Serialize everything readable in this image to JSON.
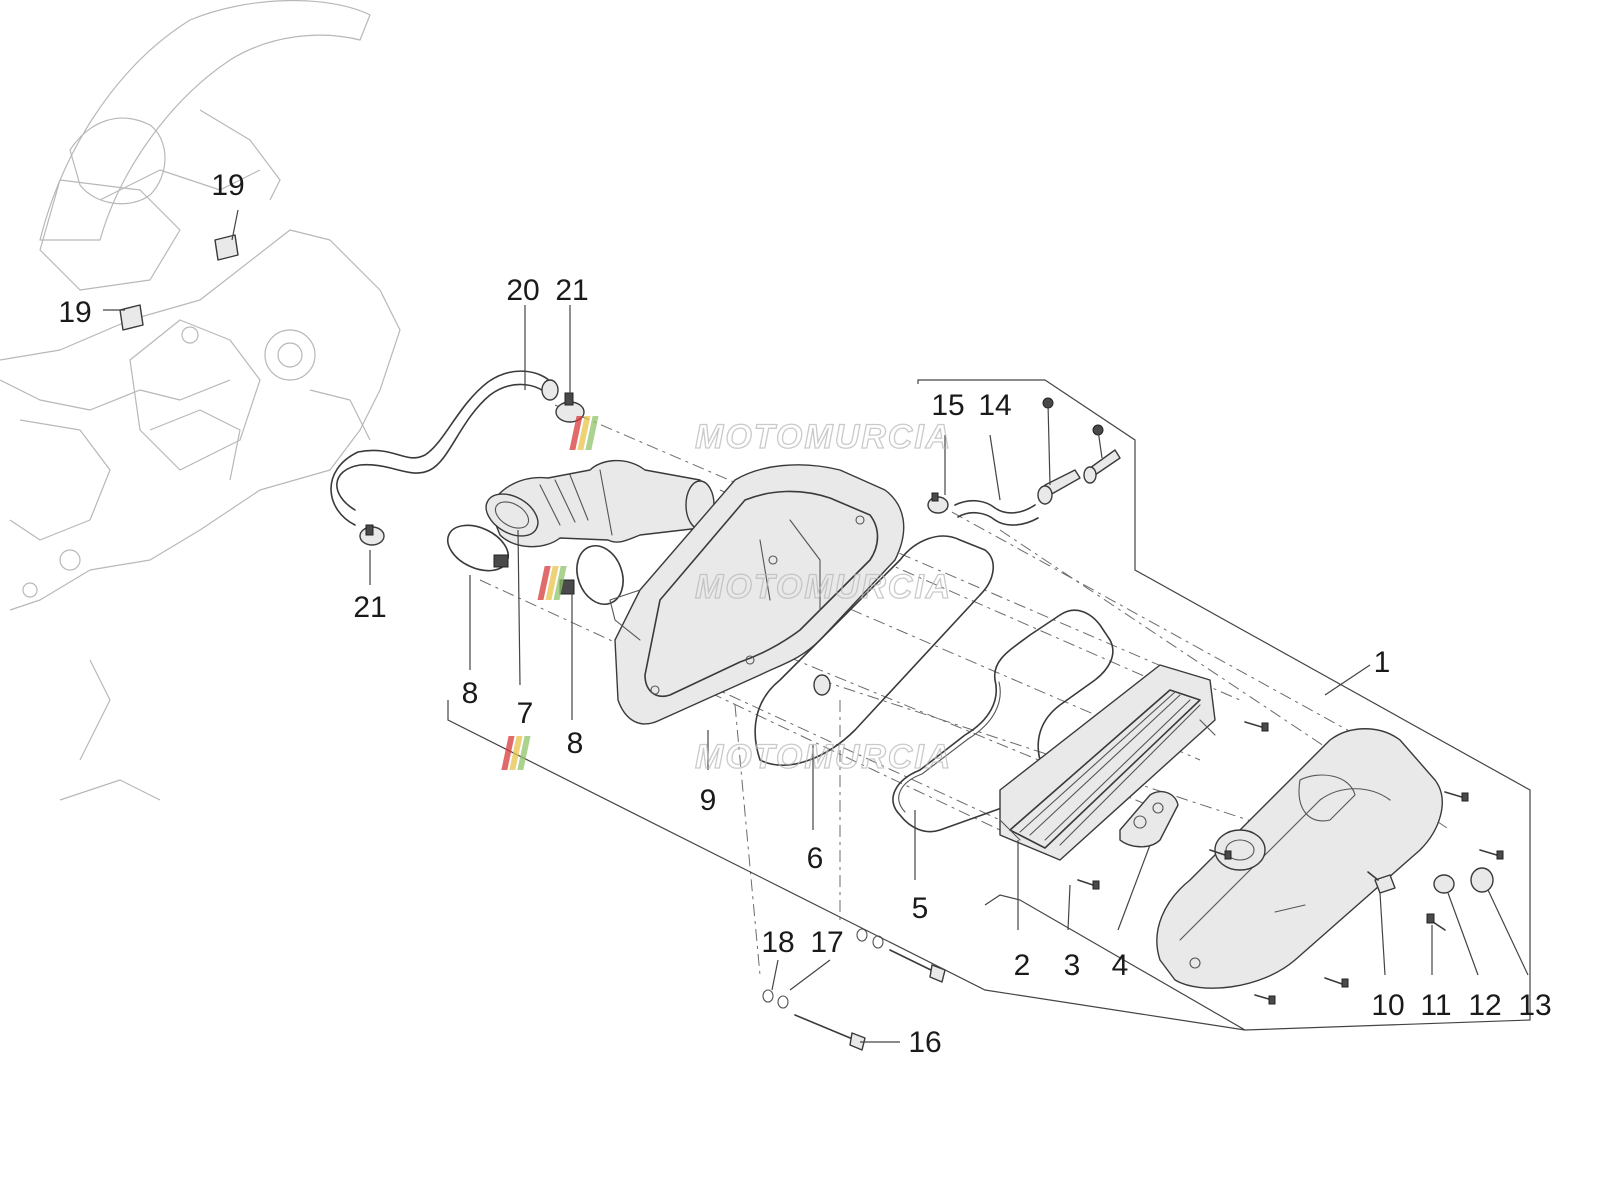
{
  "watermark": {
    "text": "MOTOMURCIA",
    "stripe_colors": [
      "#d83a3a",
      "#e8c44a",
      "#8fc46a"
    ]
  },
  "callouts": [
    {
      "id": "1",
      "label": "1"
    },
    {
      "id": "2",
      "label": "2"
    },
    {
      "id": "3",
      "label": "3"
    },
    {
      "id": "4",
      "label": "4"
    },
    {
      "id": "5",
      "label": "5"
    },
    {
      "id": "6",
      "label": "6"
    },
    {
      "id": "7",
      "label": "7"
    },
    {
      "id": "8a",
      "label": "8"
    },
    {
      "id": "8b",
      "label": "8"
    },
    {
      "id": "9",
      "label": "9"
    },
    {
      "id": "10",
      "label": "10"
    },
    {
      "id": "11",
      "label": "11"
    },
    {
      "id": "12",
      "label": "12"
    },
    {
      "id": "13",
      "label": "13"
    },
    {
      "id": "14",
      "label": "14"
    },
    {
      "id": "15",
      "label": "15"
    },
    {
      "id": "16",
      "label": "16"
    },
    {
      "id": "17",
      "label": "17"
    },
    {
      "id": "18",
      "label": "18"
    },
    {
      "id": "19a",
      "label": "19"
    },
    {
      "id": "19b",
      "label": "19"
    },
    {
      "id": "20",
      "label": "20"
    },
    {
      "id": "21a",
      "label": "21"
    },
    {
      "id": "21b",
      "label": "21"
    }
  ]
}
